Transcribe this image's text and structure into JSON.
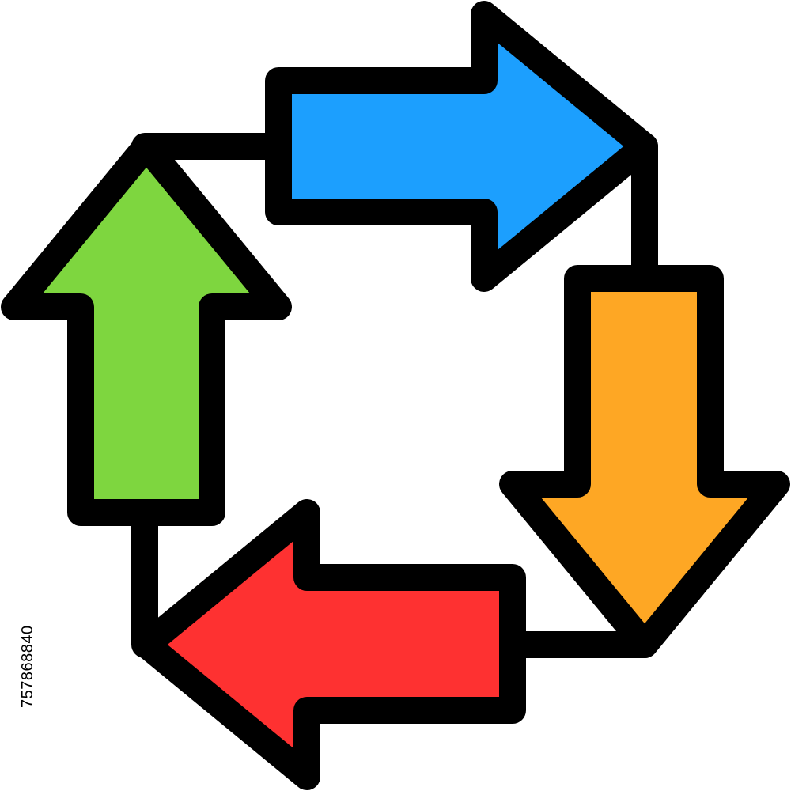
{
  "icon": {
    "name": "cycle-arrows-icon",
    "outline_color": "#000000",
    "arrows": [
      {
        "name": "arrow-right-icon",
        "direction": "right",
        "fill": "#1c9ffe"
      },
      {
        "name": "arrow-down-icon",
        "direction": "down",
        "fill": "#fea724"
      },
      {
        "name": "arrow-left-icon",
        "direction": "left",
        "fill": "#fe3131"
      },
      {
        "name": "arrow-up-icon",
        "direction": "up",
        "fill": "#7ed63f"
      }
    ]
  },
  "watermark": {
    "stock_id": "757868840"
  }
}
